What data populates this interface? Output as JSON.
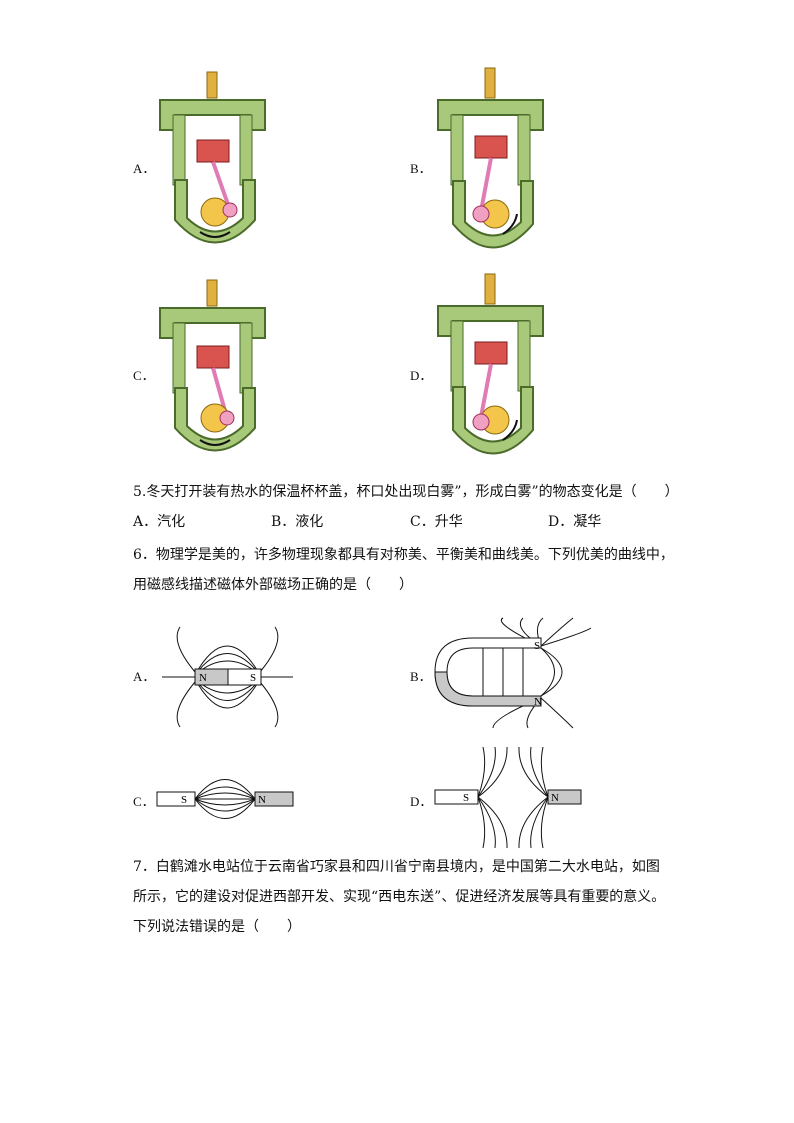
{
  "engine_options": [
    "A．",
    "B．",
    "C．",
    "D．"
  ],
  "q5": {
    "text": "5.冬天打开装有热水的保温杯杯盖，杯口处出现白雾”，形成白雾”的物态变化是（　　）",
    "choices": [
      "A．汽化",
      "B．液化",
      "C．升华",
      "D．凝华"
    ]
  },
  "q6": {
    "line1": "6．物理学是美的，许多物理现象都具有对称美、平衡美和曲线美。下列优美的曲线中，",
    "line2": "用磁感线描述磁体外部磁场正确的是（　　）",
    "options": [
      "A．",
      "B．",
      "C．",
      "D．"
    ],
    "magnet_labels": {
      "a": [
        "N",
        "S"
      ],
      "b": [
        "S",
        "N"
      ],
      "c": [
        "S",
        "N"
      ],
      "d": [
        "S",
        "N"
      ]
    }
  },
  "q7": {
    "line1": "7．白鹤滩水电站位于云南省巧家县和四川省宁南县境内，是中国第二大水电站，如图",
    "line2": "所示，它的建设对促进西部开发、实现“西电东送”、促进经济发展等具有重要的意义。",
    "line3": "下列说法错误的是（　　）"
  },
  "colors": {
    "cylinder_green": "#a8c97a",
    "cylinder_dark": "#4a6b2a",
    "piston_red": "#d9534f",
    "rod_pink": "#e07bb5",
    "crank_yellow": "#f3c64b",
    "spark_gold": "#e0b040",
    "magnet_gray": "#c8c8c8"
  }
}
